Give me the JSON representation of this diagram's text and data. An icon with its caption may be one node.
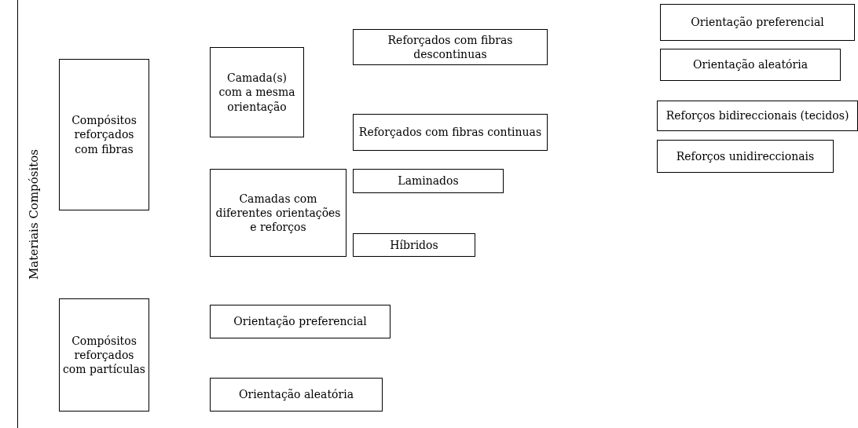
{
  "diagram": {
    "nodes": [
      {
        "text": [
          "Materiais Compósitos"
        ]
      },
      {
        "text": [
          "Compósitos reforçados com fibras"
        ]
      },
      {
        "text": [
          "Camada(s) com a mesma orientação"
        ]
      },
      {
        "text": [
          "Reforçados com fibras descontinuas"
        ]
      },
      {
        "text": [
          "Orientação preferencial"
        ]
      },
      {
        "text": [
          "Orientação aleatória"
        ]
      },
      {
        "text": [
          "Reforçados com fibras continuas"
        ]
      },
      {
        "text": [
          "Reforços bidireccionais (tecidos)"
        ]
      },
      {
        "text": [
          "Reforços unidireccionais"
        ]
      },
      {
        "text": [
          "Camadas com diferentes orientações e reforços"
        ]
      },
      {
        "text": [
          "Laminados"
        ]
      },
      {
        "text": [
          "Híbridos"
        ]
      },
      {
        "text": [
          "Compósitos reforçados com partículas"
        ]
      },
      {
        "text": [
          "Orientação preferencial"
        ]
      },
      {
        "text": [
          "Orientação aleatória"
        ]
      }
    ]
  }
}
